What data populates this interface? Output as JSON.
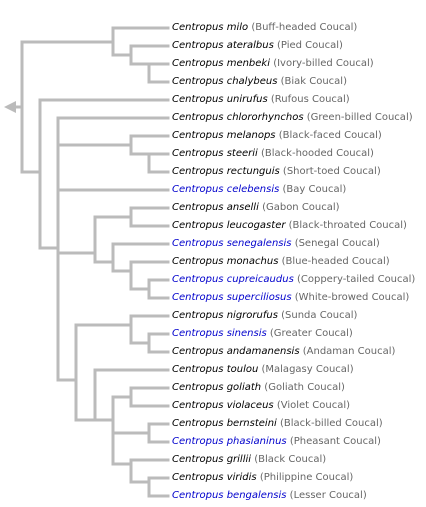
{
  "branch_color": "#bbbbbb",
  "link_color": "#0000cc",
  "collapse_icon": "left-arrow-icon",
  "taxa": [
    {
      "scientific": "Centropus milo",
      "common": "(Buff-headed Coucal)",
      "linked": false
    },
    {
      "scientific": "Centropus ateralbus",
      "common": "(Pied Coucal)",
      "linked": false
    },
    {
      "scientific": "Centropus menbeki",
      "common": "(Ivory-billed Coucal)",
      "linked": false
    },
    {
      "scientific": "Centropus chalybeus",
      "common": "(Biak Coucal)",
      "linked": false
    },
    {
      "scientific": "Centropus unirufus",
      "common": "(Rufous Coucal)",
      "linked": false
    },
    {
      "scientific": "Centropus chlororhynchos",
      "common": "(Green-billed Coucal)",
      "linked": false
    },
    {
      "scientific": "Centropus melanops",
      "common": "(Black-faced Coucal)",
      "linked": false
    },
    {
      "scientific": "Centropus steerii",
      "common": "(Black-hooded Coucal)",
      "linked": false
    },
    {
      "scientific": "Centropus rectunguis",
      "common": "(Short-toed Coucal)",
      "linked": false
    },
    {
      "scientific": "Centropus celebensis",
      "common": "(Bay Coucal)",
      "linked": true
    },
    {
      "scientific": "Centropus anselli",
      "common": "(Gabon Coucal)",
      "linked": false
    },
    {
      "scientific": "Centropus leucogaster",
      "common": "(Black-throated Coucal)",
      "linked": false
    },
    {
      "scientific": "Centropus senegalensis",
      "common": "(Senegal Coucal)",
      "linked": true
    },
    {
      "scientific": "Centropus monachus",
      "common": "(Blue-headed Coucal)",
      "linked": false
    },
    {
      "scientific": "Centropus cupreicaudus",
      "common": "(Coppery-tailed Coucal)",
      "linked": true
    },
    {
      "scientific": "Centropus superciliosus",
      "common": "(White-browed Coucal)",
      "linked": true
    },
    {
      "scientific": "Centropus nigrorufus",
      "common": "(Sunda Coucal)",
      "linked": false
    },
    {
      "scientific": "Centropus sinensis",
      "common": "(Greater Coucal)",
      "linked": true
    },
    {
      "scientific": "Centropus andamanensis",
      "common": "(Andaman Coucal)",
      "linked": false
    },
    {
      "scientific": "Centropus toulou",
      "common": "(Malagasy Coucal)",
      "linked": false
    },
    {
      "scientific": "Centropus goliath",
      "common": "(Goliath Coucal)",
      "linked": false
    },
    {
      "scientific": "Centropus violaceus",
      "common": "(Violet Coucal)",
      "linked": false
    },
    {
      "scientific": "Centropus bernsteini",
      "common": "(Black-billed Coucal)",
      "linked": false
    },
    {
      "scientific": "Centropus phasianinus",
      "common": "(Pheasant Coucal)",
      "linked": true
    },
    {
      "scientific": "Centropus grillii",
      "common": "(Black Coucal)",
      "linked": false
    },
    {
      "scientific": "Centropus viridis",
      "common": "(Philippine Coucal)",
      "linked": false
    },
    {
      "scientific": "Centropus bengalensis",
      "common": "(Lesser Coucal)",
      "linked": true
    }
  ]
}
